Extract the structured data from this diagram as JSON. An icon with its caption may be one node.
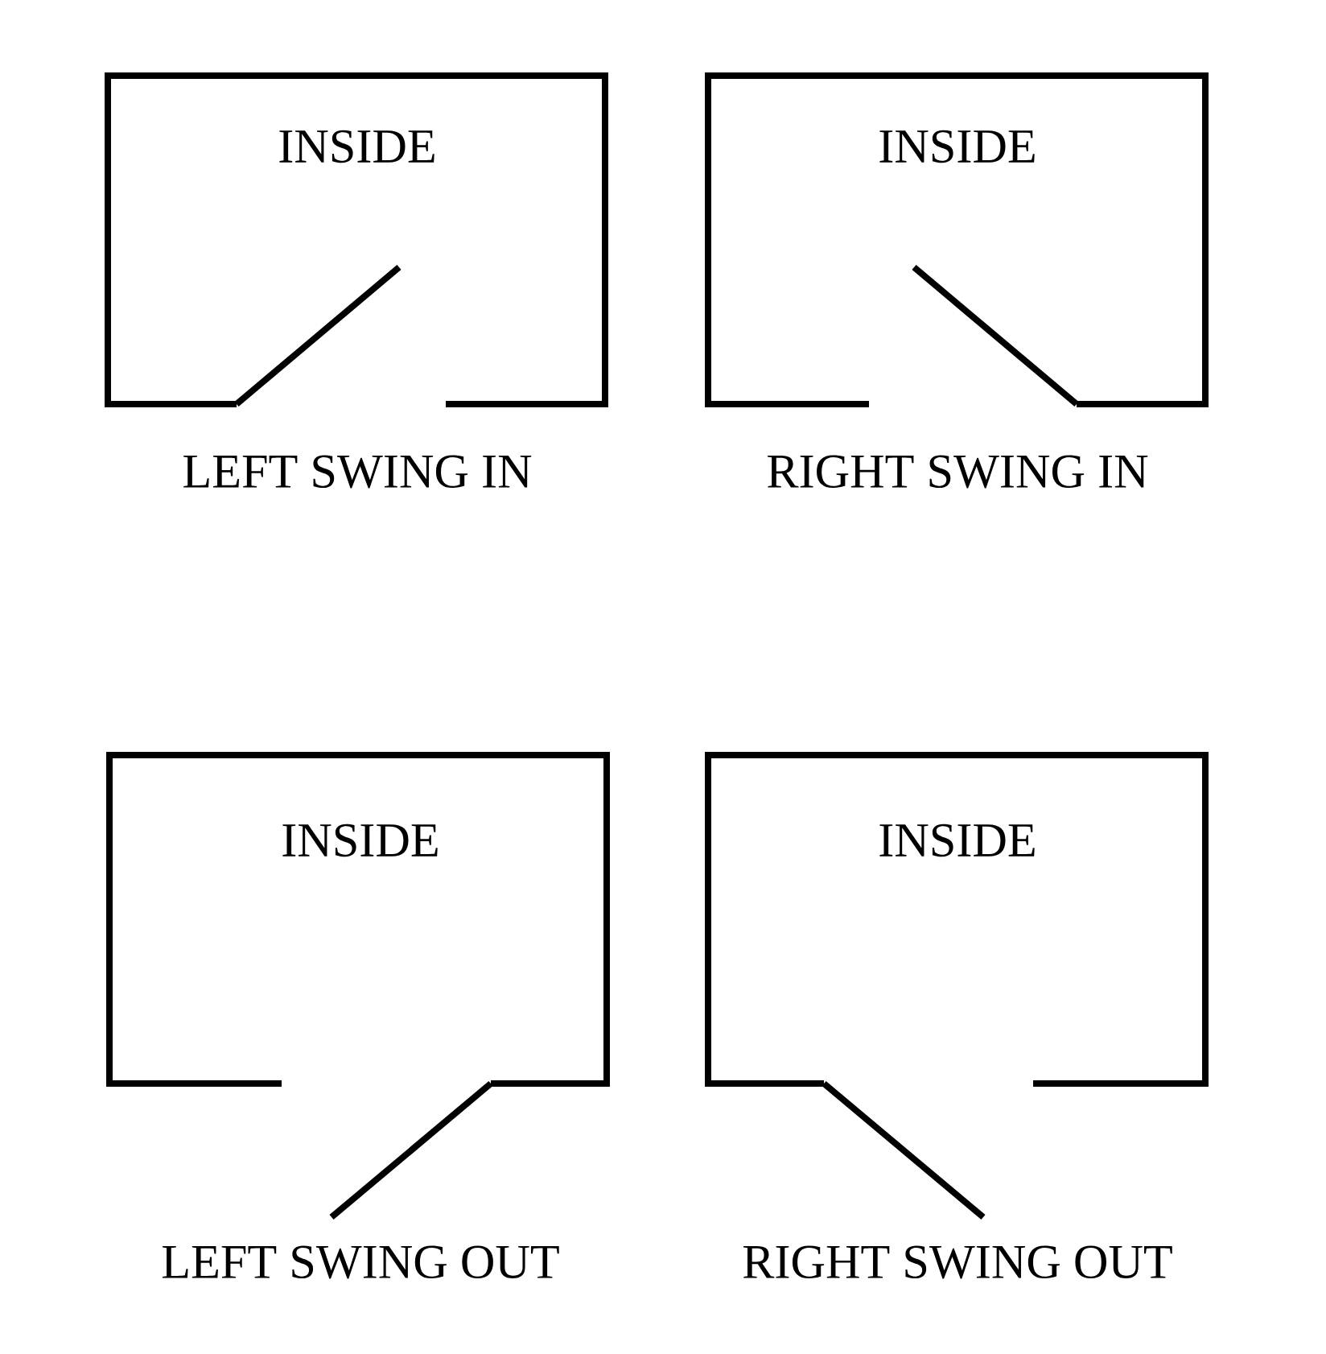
{
  "diagram": {
    "nodes": [
      {
        "text": [
          "INSIDE",
          "LEFT SWING IN"
        ]
      },
      {
        "text": [
          "INSIDE",
          "RIGHT SWING IN"
        ]
      },
      {
        "text": [
          "INSIDE",
          "LEFT SWING OUT"
        ]
      },
      {
        "text": [
          "INSIDE",
          "RIGHT SWING OUT"
        ]
      }
    ]
  }
}
